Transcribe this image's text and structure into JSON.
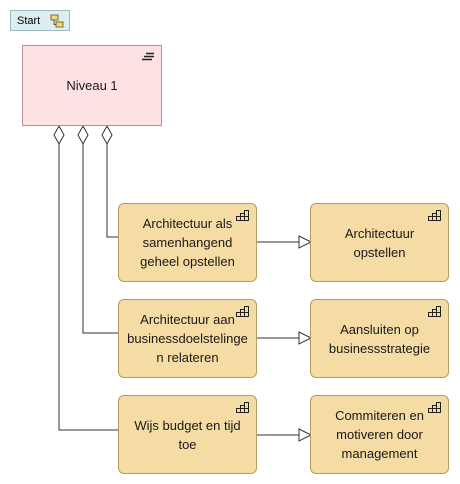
{
  "start": {
    "label": "Start",
    "icon": "group-toggle-icon"
  },
  "group": {
    "label": "Niveau 1",
    "icon": "collapse-lines-icon"
  },
  "activities": [
    {
      "left": "Architectuur als samenhangend geheel opstellen",
      "right": "Architectuur opstellen"
    },
    {
      "left": "Architectuur aan businessdoelstelinge n relateren",
      "right": "Aansluiten op businessstrategie"
    },
    {
      "left": "Wijs budget en tijd toe",
      "right": "Commiteren en motiveren door management"
    }
  ],
  "icons": {
    "activity": "process-step-icon"
  },
  "colors": {
    "group_fill": "#fde1e3",
    "activity_fill": "#f5dba4",
    "tab_fill": "#ddeef3",
    "line": "#333333"
  }
}
